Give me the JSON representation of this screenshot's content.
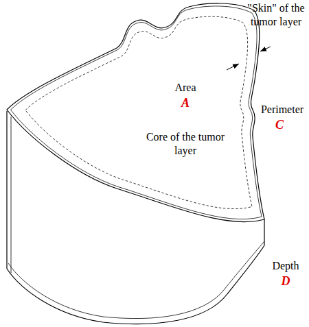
{
  "diagram": {
    "labels": [
      "\"Skin\" of the tumor layer",
      "Area",
      "A",
      "Core of the tumor layer",
      "Perimeter",
      "C",
      "Depth",
      "D"
    ]
  }
}
